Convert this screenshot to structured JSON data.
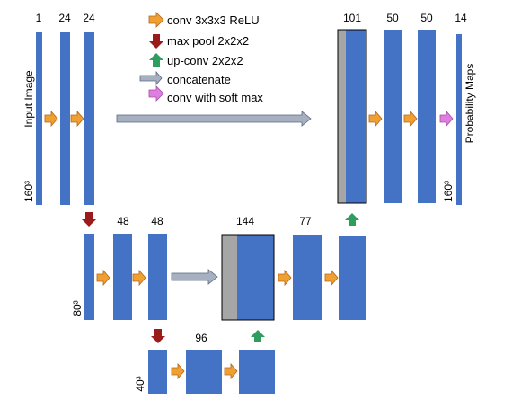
{
  "colors": {
    "block": "#4472c4",
    "concat_block": "#a6a6a6",
    "conv_arrow": "#f0a030",
    "conv_arrow_stroke": "#b5651d",
    "pool_arrow": "#9b1b1b",
    "upconv_arrow": "#2e9e5e",
    "concat_arrow": "#a6b0c0",
    "concat_arrow_stroke": "#5a6a80",
    "softmax_arrow": "#e07de0",
    "softmax_arrow_stroke": "#a050a0"
  },
  "legend": {
    "conv": "conv 3x3x3 ReLU",
    "pool": "max pool 2x2x2",
    "upconv": "up-conv 2x2x2",
    "concat": "concatenate",
    "softmax": "conv with soft max"
  },
  "labels": {
    "input": "Input Image",
    "output": "Probability Maps",
    "res_level1_left": "160³",
    "res_level1_right": "160³",
    "res_level2": "80³",
    "res_level3": "40³"
  },
  "channels": {
    "input": "1",
    "enc1a": "24",
    "enc1b": "24",
    "enc2a": "48",
    "enc2b": "48",
    "bottleneck": "96",
    "dec2_concat": "144",
    "dec2": "77",
    "dec1_concat": "101",
    "dec1a": "50",
    "dec1b": "50",
    "output": "14"
  }
}
